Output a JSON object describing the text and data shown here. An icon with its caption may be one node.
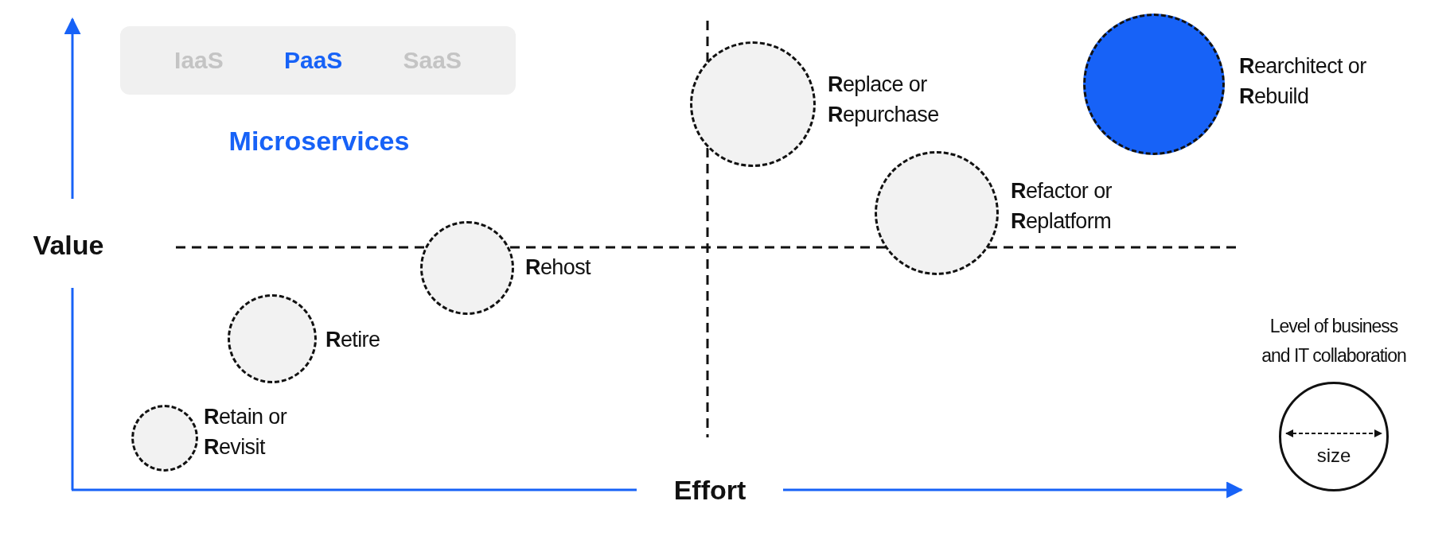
{
  "diagram": {
    "nodes": [
      {
        "text": [
          "IaaS",
          "PaaS",
          "SaaS"
        ]
      },
      {
        "text": [],
        "shape": "circle",
        "beside": [
          "**R**eplace or **R**epurchase"
        ]
      },
      {
        "text": [],
        "shape": "circle",
        "beside": [
          "**R**earchitect or **R**ebuild"
        ]
      },
      {
        "text": [],
        "shape": "circle",
        "beside": [
          "**R**efactor or **R**eplatform"
        ]
      },
      {
        "text": [],
        "shape": "circle",
        "beside": [
          "**R**ehost"
        ]
      },
      {
        "text": [],
        "shape": "circle",
        "beside": [
          "**R**etire"
        ]
      },
      {
        "text": [],
        "shape": "circle",
        "beside": [
          "**R**etain or **R**evisit"
        ]
      },
      {
        "text": [
          "Level of business and IT collaboration",
          "size"
        ]
      }
    ],
    "edges": [],
    "labels": [
      "Microservices",
      "Value",
      "Effort"
    ]
  }
}
